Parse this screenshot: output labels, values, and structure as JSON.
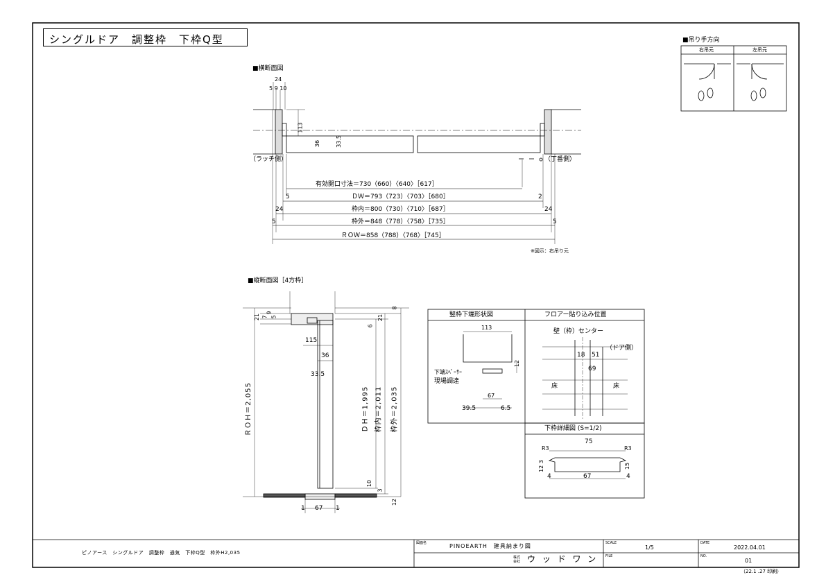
{
  "title": "シングルドア　調整枠　下枠Q型",
  "hinge": {
    "heading": "■吊り手方向",
    "right": "右吊元",
    "left": "左吊元"
  },
  "plan": {
    "heading": "■横断面図",
    "dim_top": "24",
    "dim_sub": "5 9 10",
    "latch_side": "（ラッチ側）",
    "hinge_side": "（丁番側）",
    "v113": "113",
    "v36": "36",
    "v335": "33.5",
    "rows": [
      "有効開口寸法＝730（660）〈640〉［617］",
      "ＤＷ＝793（723）〈703〉［680］",
      "枠内＝800（730）〈710〉［687］",
      "枠外＝848（778）〈758〉［735］",
      "ＲＯＷ＝858（788）〈768〉［745］"
    ],
    "row_left": [
      "5",
      "24",
      "5"
    ],
    "row_right": [
      "2",
      "24",
      "5"
    ],
    "note": "※図示：右吊り元"
  },
  "section": {
    "heading": "■縦断面図［4方枠］",
    "left_dims": [
      "21",
      "7",
      "9",
      "5"
    ],
    "roh": "ＲＯＨ＝2,055",
    "d115": "115",
    "d36": "36",
    "d335": "33.5",
    "dh": "ＤＨ＝1,995",
    "inner": "枠内＝2,011",
    "outer": "枠外＝2,035",
    "top_dims": [
      "6",
      "21",
      "8"
    ],
    "bot_dims": [
      "10",
      "3",
      "12"
    ],
    "bottom": [
      "1",
      "67",
      "1"
    ]
  },
  "detail1": {
    "heading": "竪枠下端形状図",
    "d113": "113",
    "d12": "12",
    "spacer": "下端ｽﾍﾟｰｻｰ",
    "site": "現場調達",
    "d67": "67",
    "d395": "39.5",
    "d65": "6.5"
  },
  "detail2": {
    "heading": "フロアー貼り込み位置",
    "center": "壁（枠）センター",
    "door_side": "（ドア側）",
    "d18": "18",
    "d51": "51",
    "d69": "69",
    "floor": "床"
  },
  "detail3": {
    "heading": "下枠詳細図 (S=1/2)",
    "d75": "75",
    "r3": "R3",
    "d123": "12 3",
    "d15": "15",
    "d4": "4",
    "d67": "67"
  },
  "titleblock": {
    "product": "ピノアース　シングルドア　調整枠　通気　下枠Q型　枠外H2,035",
    "drawing_name_label": "図面名",
    "drawing_name": "PINOEARTH　建具納まり図",
    "company_label": "株式会社",
    "company": "ウ ッ ド ワ ン",
    "scale_label": "SCALE",
    "scale": "1/5",
    "file_label": "FILE",
    "date_label": "DATE",
    "date": "2022.04.01",
    "no_label": "NO.",
    "no": "01",
    "print": "（22.1 .27 印刷）"
  }
}
